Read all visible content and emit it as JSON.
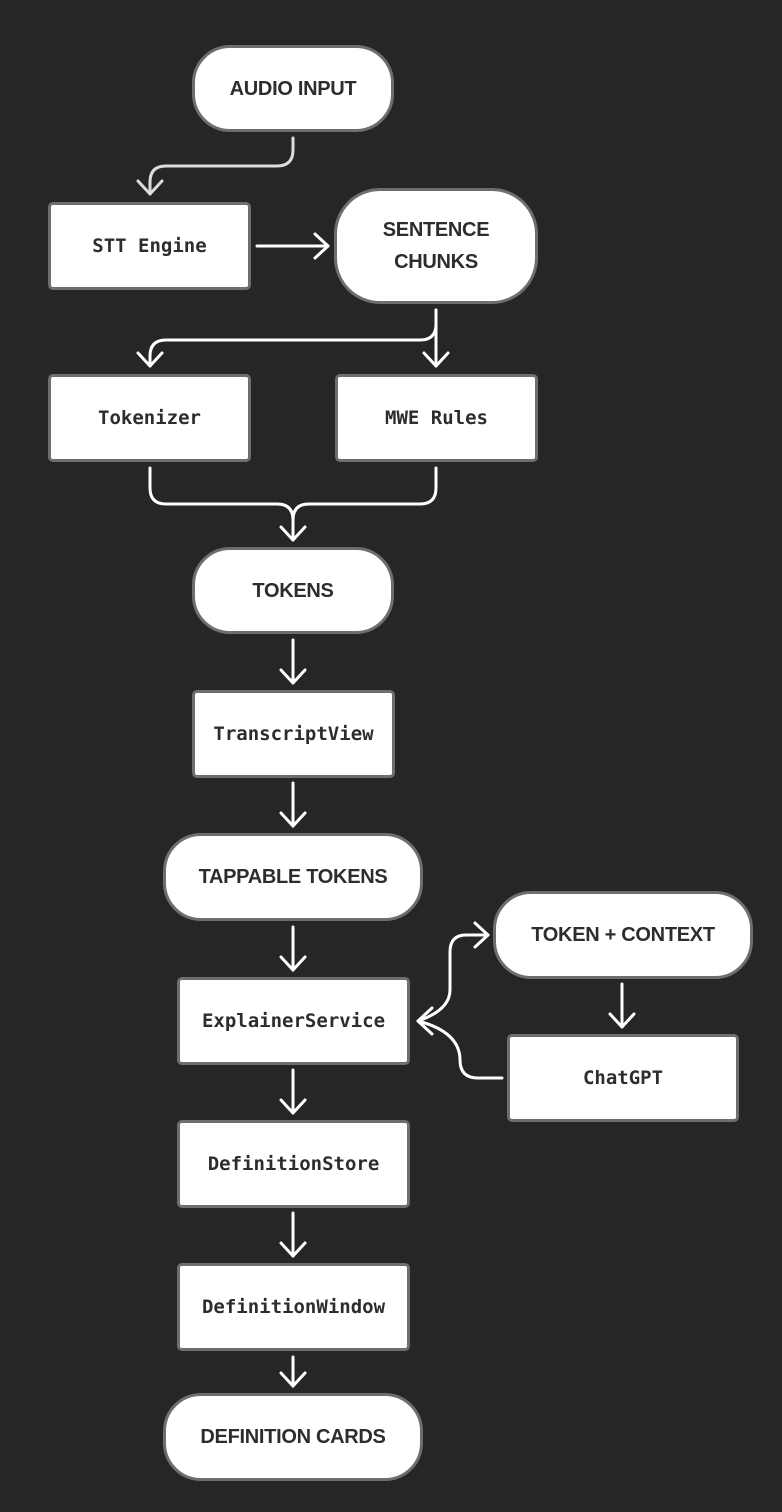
{
  "nodes": {
    "audio_input": "AUDIO INPUT",
    "stt_engine": "STT Engine",
    "sentence_chunks": "SENTENCE\nCHUNKS",
    "tokenizer": "Tokenizer",
    "mwe_rules": "MWE Rules",
    "tokens": "TOKENS",
    "transcript_view": "TranscriptView",
    "tappable_tokens": "TAPPABLE TOKENS",
    "explainer_service": "ExplainerService",
    "token_context": "TOKEN + CONTEXT",
    "chatgpt": "ChatGPT",
    "definition_store": "DefinitionStore",
    "definition_window": "DefinitionWindow",
    "definition_cards": "DEFINITION CARDS"
  },
  "colors": {
    "background": "#262626",
    "node_fill": "#ffffff",
    "node_border": "#6e6e6e",
    "text": "#2d2d2d",
    "arrow": "#ffffff",
    "arrow_muted": "#dcdcdc"
  }
}
